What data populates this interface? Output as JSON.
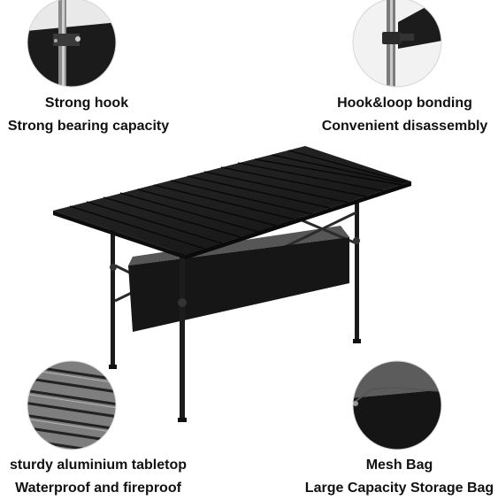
{
  "callouts": {
    "top_left": {
      "line1": "Strong hook",
      "line2": "Strong bearing capacity",
      "icon": "strong-hook-closeup"
    },
    "top_right": {
      "line1": "Hook&loop bonding",
      "line2": "Convenient disassembly",
      "icon": "hook-loop-closeup"
    },
    "bottom_left": {
      "line1": "sturdy aluminium tabletop",
      "line2": "Waterproof and fireproof",
      "icon": "tabletop-slats-closeup"
    },
    "bottom_right": {
      "line1": "Mesh Bag",
      "line2": "Large Capacity Storage Bag",
      "icon": "mesh-bag-closeup"
    }
  },
  "colors": {
    "table": "#1c1c1c",
    "frame": "#2a2a2a",
    "background": "#ffffff"
  }
}
